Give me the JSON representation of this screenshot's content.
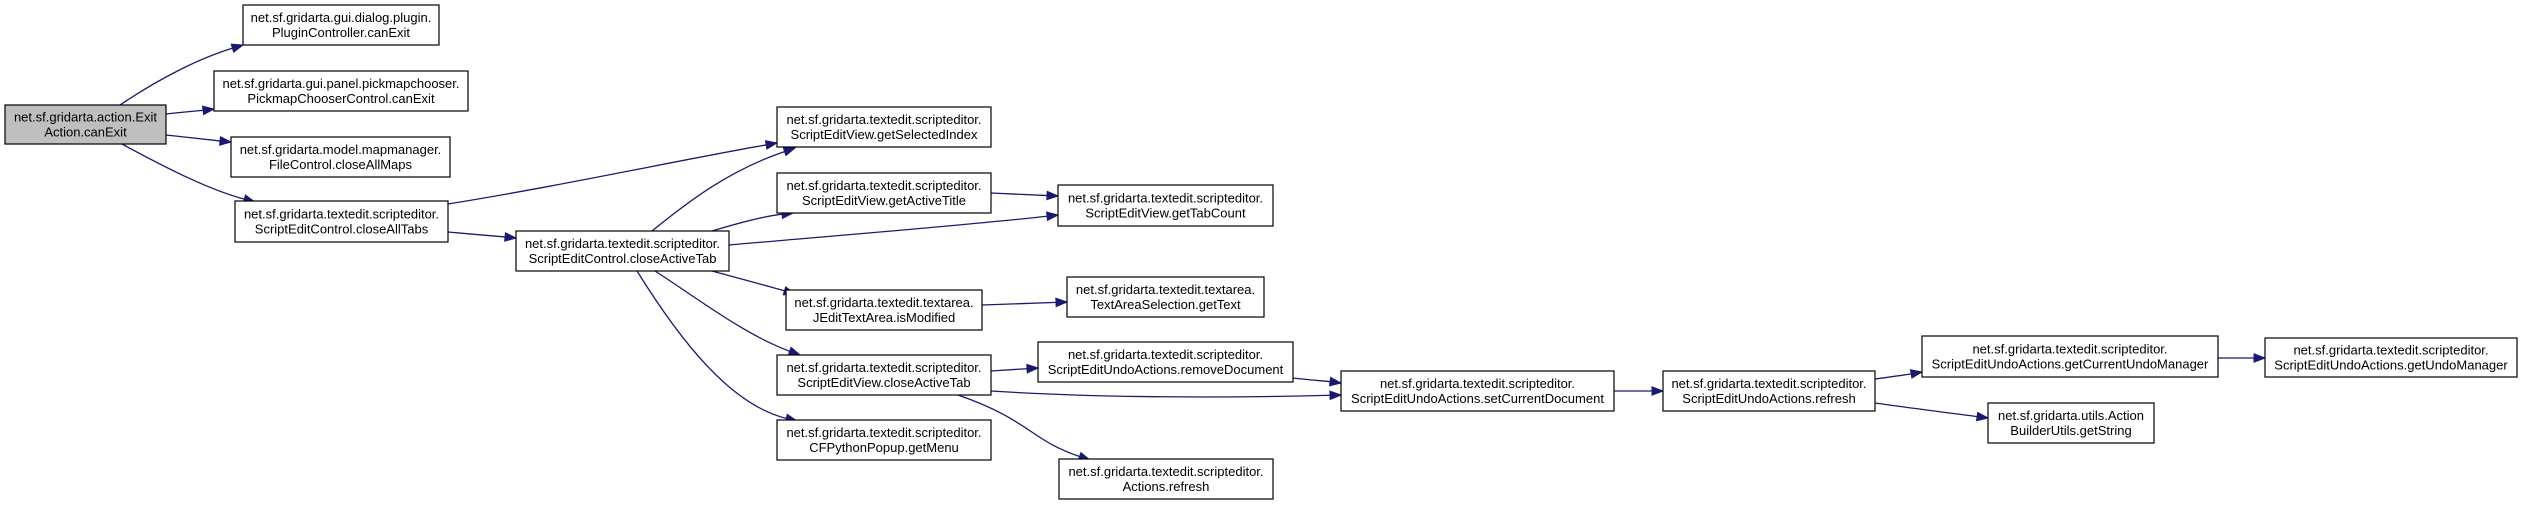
{
  "title": "Call graph for net.sf.gridarta.action.ExitAction.canExit",
  "colors": {
    "edge": "#191970",
    "root_fill": "#bfbfbf",
    "node_fill": "#ffffff",
    "node_border": "#000000"
  },
  "nodes": [
    {
      "id": "root",
      "lines": [
        "net.sf.gridarta.action.Exit",
        "Action.canExit"
      ],
      "root": true
    },
    {
      "id": "pluginCanExit",
      "lines": [
        "net.sf.gridarta.gui.dialog.plugin.",
        "PluginController.canExit"
      ]
    },
    {
      "id": "pickmapCanExit",
      "lines": [
        "net.sf.gridarta.gui.panel.pickmapchooser.",
        "PickmapChooserControl.canExit"
      ]
    },
    {
      "id": "closeAllMaps",
      "lines": [
        "net.sf.gridarta.model.mapmanager.",
        "FileControl.closeAllMaps"
      ]
    },
    {
      "id": "closeAllTabs",
      "lines": [
        "net.sf.gridarta.textedit.scripteditor.",
        "ScriptEditControl.closeAllTabs"
      ]
    },
    {
      "id": "ctrlCloseActiveTab",
      "lines": [
        "net.sf.gridarta.textedit.scripteditor.",
        "ScriptEditControl.closeActiveTab"
      ]
    },
    {
      "id": "getSelectedIndex",
      "lines": [
        "net.sf.gridarta.textedit.scripteditor.",
        "ScriptEditView.getSelectedIndex"
      ]
    },
    {
      "id": "getActiveTitle",
      "lines": [
        "net.sf.gridarta.textedit.scripteditor.",
        "ScriptEditView.getActiveTitle"
      ]
    },
    {
      "id": "getTabCount",
      "lines": [
        "net.sf.gridarta.textedit.scripteditor.",
        "ScriptEditView.getTabCount"
      ]
    },
    {
      "id": "isModified",
      "lines": [
        "net.sf.gridarta.textedit.textarea.",
        "JEditTextArea.isModified"
      ]
    },
    {
      "id": "getText",
      "lines": [
        "net.sf.gridarta.textedit.textarea.",
        "TextAreaSelection.getText"
      ]
    },
    {
      "id": "viewCloseActiveTab",
      "lines": [
        "net.sf.gridarta.textedit.scripteditor.",
        "ScriptEditView.closeActiveTab"
      ]
    },
    {
      "id": "getMenu",
      "lines": [
        "net.sf.gridarta.textedit.scripteditor.",
        "CFPythonPopup.getMenu"
      ]
    },
    {
      "id": "removeDocument",
      "lines": [
        "net.sf.gridarta.textedit.scripteditor.",
        "ScriptEditUndoActions.removeDocument"
      ]
    },
    {
      "id": "actionsRefresh",
      "lines": [
        "net.sf.gridarta.textedit.scripteditor.",
        "Actions.refresh"
      ]
    },
    {
      "id": "setCurrentDocument",
      "lines": [
        "net.sf.gridarta.textedit.scripteditor.",
        "ScriptEditUndoActions.setCurrentDocument"
      ]
    },
    {
      "id": "undoRefresh",
      "lines": [
        "net.sf.gridarta.textedit.scripteditor.",
        "ScriptEditUndoActions.refresh"
      ]
    },
    {
      "id": "getCurrentUndoManager",
      "lines": [
        "net.sf.gridarta.textedit.scripteditor.",
        "ScriptEditUndoActions.getCurrentUndoManager"
      ]
    },
    {
      "id": "getUndoManager",
      "lines": [
        "net.sf.gridarta.textedit.scripteditor.",
        "ScriptEditUndoActions.getUndoManager"
      ]
    },
    {
      "id": "getString",
      "lines": [
        "net.sf.gridarta.utils.Action",
        "BuilderUtils.getString"
      ]
    }
  ],
  "edges": [
    {
      "from": "root",
      "to": "pluginCanExit"
    },
    {
      "from": "root",
      "to": "pickmapCanExit"
    },
    {
      "from": "root",
      "to": "closeAllMaps"
    },
    {
      "from": "root",
      "to": "closeAllTabs"
    },
    {
      "from": "closeAllTabs",
      "to": "getSelectedIndex"
    },
    {
      "from": "closeAllTabs",
      "to": "ctrlCloseActiveTab"
    },
    {
      "from": "ctrlCloseActiveTab",
      "to": "getSelectedIndex"
    },
    {
      "from": "ctrlCloseActiveTab",
      "to": "getActiveTitle"
    },
    {
      "from": "ctrlCloseActiveTab",
      "to": "getTabCount"
    },
    {
      "from": "ctrlCloseActiveTab",
      "to": "isModified"
    },
    {
      "from": "ctrlCloseActiveTab",
      "to": "viewCloseActiveTab"
    },
    {
      "from": "ctrlCloseActiveTab",
      "to": "getMenu"
    },
    {
      "from": "getActiveTitle",
      "to": "getTabCount"
    },
    {
      "from": "isModified",
      "to": "getText"
    },
    {
      "from": "viewCloseActiveTab",
      "to": "removeDocument"
    },
    {
      "from": "viewCloseActiveTab",
      "to": "setCurrentDocument"
    },
    {
      "from": "viewCloseActiveTab",
      "to": "actionsRefresh"
    },
    {
      "from": "removeDocument",
      "to": "setCurrentDocument"
    },
    {
      "from": "setCurrentDocument",
      "to": "undoRefresh"
    },
    {
      "from": "undoRefresh",
      "to": "getCurrentUndoManager"
    },
    {
      "from": "undoRefresh",
      "to": "getString"
    },
    {
      "from": "getCurrentUndoManager",
      "to": "getUndoManager"
    }
  ]
}
